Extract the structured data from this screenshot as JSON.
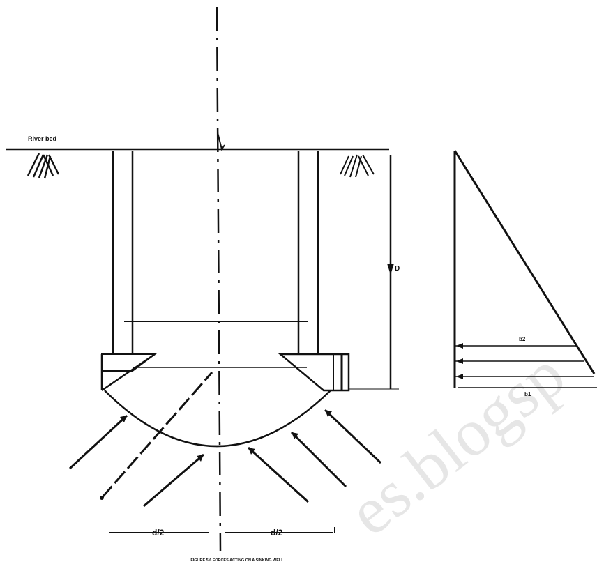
{
  "labels": {
    "river_bed": "River bed",
    "depth_mark": "D",
    "half_width_left": "d/2",
    "half_width_right": "d/2",
    "pressure_upper": "b2",
    "pressure_lower": "b1",
    "caption": "FIGURE 5.6 FORCES ACTING ON A SINKING WELL",
    "watermark": "es.blogsp"
  },
  "colors": {
    "ink": "#111111",
    "background": "#ffffff",
    "watermark": "#e6e6e6"
  }
}
